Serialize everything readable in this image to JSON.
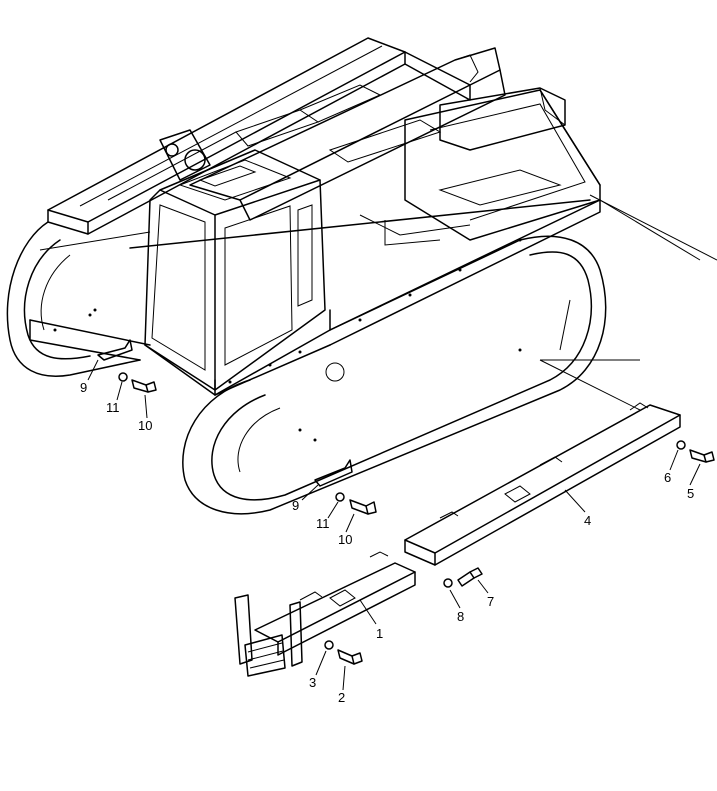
{
  "callouts": {
    "c9a": "9",
    "c11a": "11",
    "c10a": "10",
    "c9b": "9",
    "c11b": "11",
    "c10b": "10",
    "c1": "1",
    "c2": "2",
    "c3": "3",
    "c4": "4",
    "c5": "5",
    "c6": "6",
    "c7": "7",
    "c8": "8"
  }
}
